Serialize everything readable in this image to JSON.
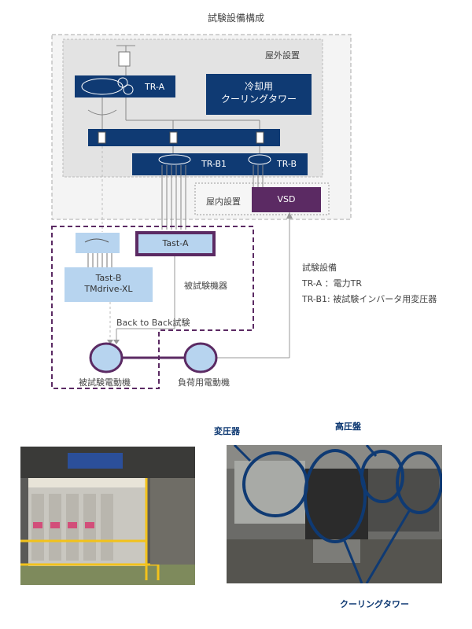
{
  "title": "試験設備構成",
  "outdoor_label": "屋外設置",
  "indoor_label": "屋内設置",
  "blocks": {
    "tr_a": "TR-A",
    "cooling_line1": "冷却用",
    "cooling_line2": "クーリングタワー",
    "tr_b1": "TR-B1",
    "tr_b": "TR-B",
    "vsd": "VSD",
    "tast_a": "Tast-A",
    "tast_b_line1": "Tast-B",
    "tast_b_line2": "TMdrive-XL"
  },
  "labels": {
    "dut_equipment": "被試験機器",
    "back_to_back": "Back to Back試験",
    "dut_motor": "被試験電動機",
    "load_motor": "負荷用電動機"
  },
  "legend": {
    "heading": "試験設備",
    "line1": "TR-A ：電力TR",
    "line2": "TR-B1: 被試験インバータ用変圧器"
  },
  "photo_callouts": {
    "transformer": "変圧器",
    "hv_panel": "高圧盤",
    "cooling_tower": "クーリングタワー"
  },
  "colors": {
    "dark_blue": "#0f3a73",
    "light_blue": "#b7d4ef",
    "purple": "#5b2a63"
  }
}
